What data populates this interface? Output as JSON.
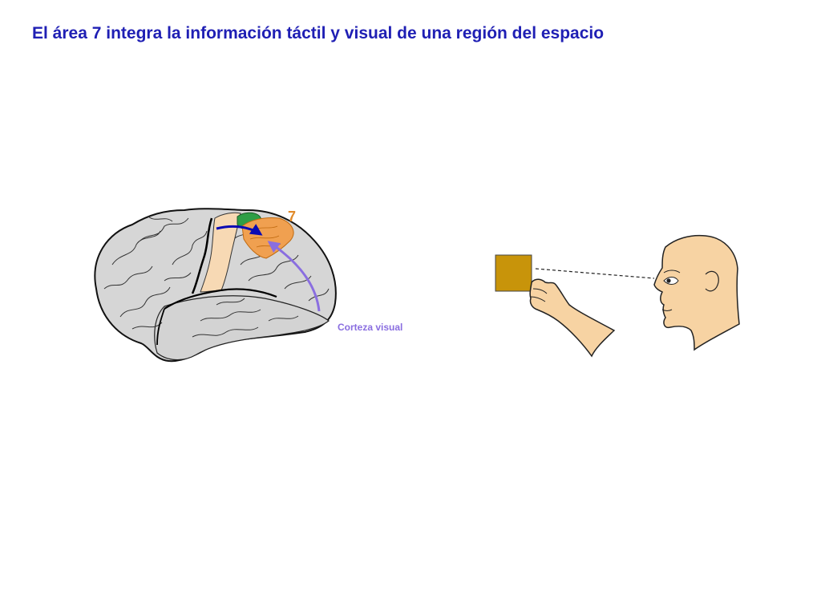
{
  "title": "El área 7 integra la información táctil y visual de una región del espacio",
  "brain": {
    "area_label": "7",
    "visual_cortex_label": "Corteza visual"
  },
  "colors": {
    "title": "#1f1fb4",
    "area7": "#f0a050",
    "area7_label": "#e08a2a",
    "somatosensory": "#f7d9b4",
    "motor_green": "#2e9e46",
    "brain_fill": "#d6d6d6",
    "tactile_arrow": "#0a0ab4",
    "visual_arrow": "#8a6ee0",
    "visual_label": "#8a6ee0",
    "skin": "#f7d3a3",
    "object_square": "#c8940a"
  }
}
